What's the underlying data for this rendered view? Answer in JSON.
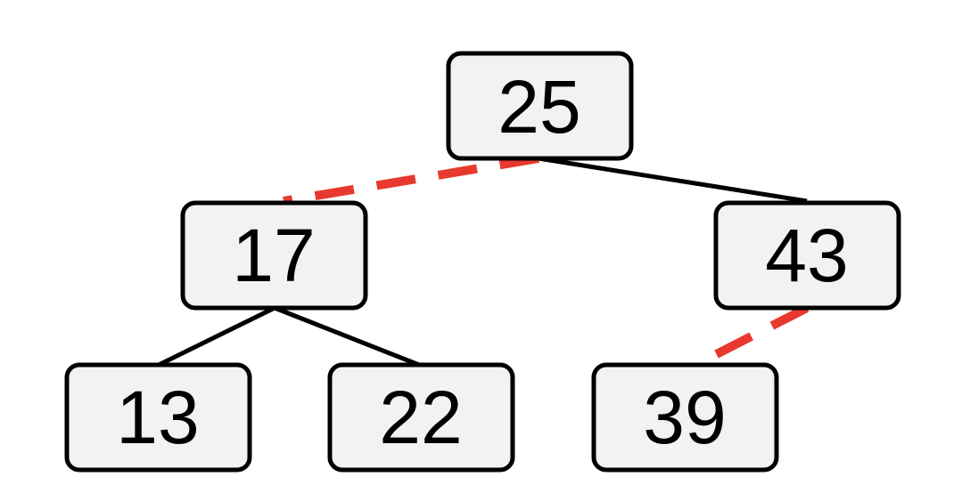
{
  "tree": {
    "nodes": [
      {
        "id": "n25",
        "label": "25"
      },
      {
        "id": "n17",
        "label": "17"
      },
      {
        "id": "n43",
        "label": "43"
      },
      {
        "id": "n13",
        "label": "13"
      },
      {
        "id": "n22",
        "label": "22"
      },
      {
        "id": "n39",
        "label": "39"
      }
    ],
    "edges": [
      {
        "from": "n25",
        "to": "n17",
        "style": "dashed"
      },
      {
        "from": "n25",
        "to": "n43",
        "style": "solid"
      },
      {
        "from": "n17",
        "to": "n13",
        "style": "solid"
      },
      {
        "from": "n17",
        "to": "n22",
        "style": "solid"
      },
      {
        "from": "n43",
        "to": "n39",
        "style": "dashed"
      }
    ]
  },
  "colors": {
    "node_fill": "#f2f2f2",
    "node_stroke": "#000000",
    "solid_edge": "#000000",
    "highlight_edge": "#e8392e"
  }
}
